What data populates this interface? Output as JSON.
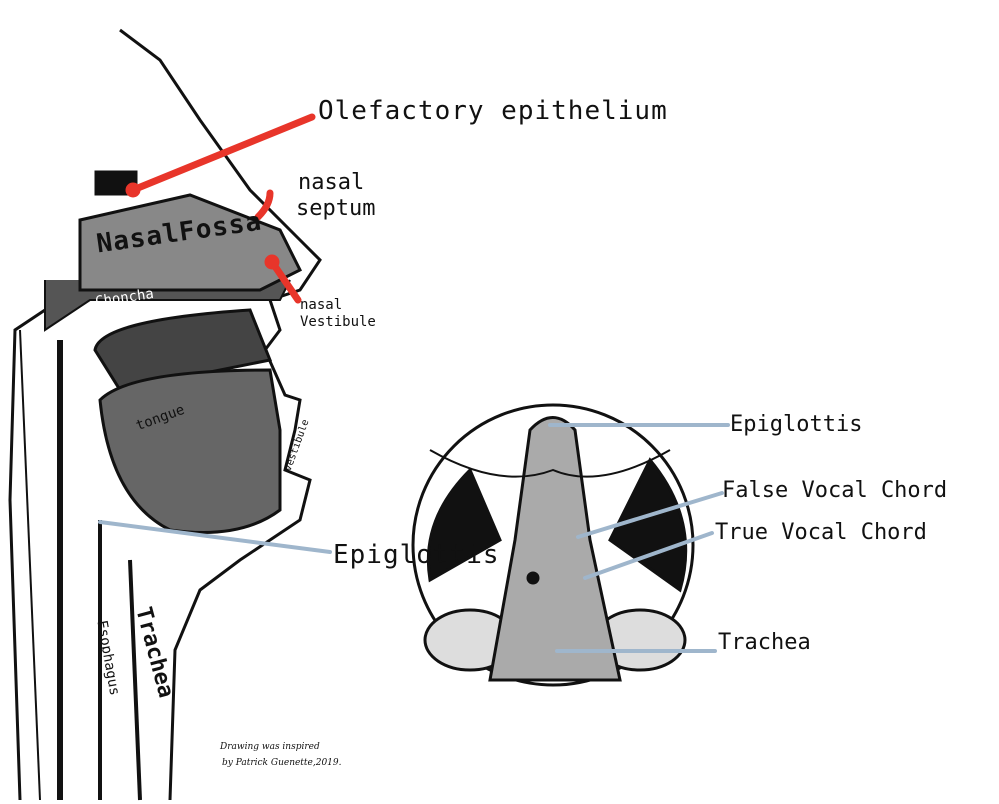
{
  "colors": {
    "red_leader": "#e8352a",
    "blue_leader": "#9fb6cc",
    "ink": "#111111"
  },
  "sagittal_view": {
    "labels": {
      "olfactory": "Olefactory epithelium",
      "septum_line1": "nasal",
      "septum_line2": "septum",
      "nasal_fossa": "NasalFossa",
      "nasal_vestibule_line1": "nasal",
      "nasal_vestibule_line2": "Vestibule",
      "choncha": "Choncha",
      "tongue": "tongue",
      "vestibule": "vestibule",
      "epiglottis": "Epiglottis",
      "trachea": "Trachea",
      "esophagus": "Esophagus"
    },
    "credit_line1": "Drawing was inspired",
    "credit_line2": "by Patrick Guenette,2019."
  },
  "larynx_view": {
    "labels": {
      "epiglottis": "Epiglottis",
      "false_vocal_chord": "False Vocal Chord",
      "true_vocal_chord": "True Vocal Chord",
      "trachea": "Trachea"
    }
  }
}
